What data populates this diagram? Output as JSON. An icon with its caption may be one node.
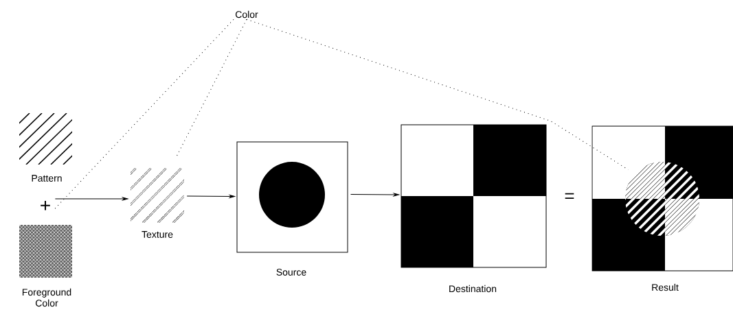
{
  "diagram": {
    "nodes": [
      {
        "text": [
          "Color"
        ]
      },
      {
        "text": [],
        "shape": "picture",
        "beside": [
          "Pattern"
        ]
      },
      {
        "text": [
          "+"
        ]
      },
      {
        "text": [],
        "shape": "picture",
        "beside": [
          "Foreground Color"
        ]
      },
      {
        "text": [],
        "shape": "picture",
        "beside": [
          "Texture"
        ]
      },
      {
        "text": [],
        "shape": "picture",
        "beside": [
          "Source"
        ]
      },
      {
        "text": [],
        "shape": "picture",
        "beside": [
          "Destination"
        ]
      },
      {
        "text": [],
        "shape": "picture",
        "beside": [
          "Result"
        ]
      }
    ],
    "edges": [
      {
        "from": 0,
        "to": 2,
        "arrow": "none",
        "style": "dashed"
      },
      {
        "from": 0,
        "to": 4,
        "arrow": "none",
        "style": "dashed"
      },
      {
        "from": 0,
        "to": 7,
        "arrow": "none",
        "style": "dashed"
      },
      {
        "from": 2,
        "to": 4,
        "arrow": "to"
      },
      {
        "from": 4,
        "to": 5,
        "arrow": "to"
      },
      {
        "from": 5,
        "to": 6,
        "arrow": "to"
      }
    ],
    "labels": [
      "="
    ]
  }
}
